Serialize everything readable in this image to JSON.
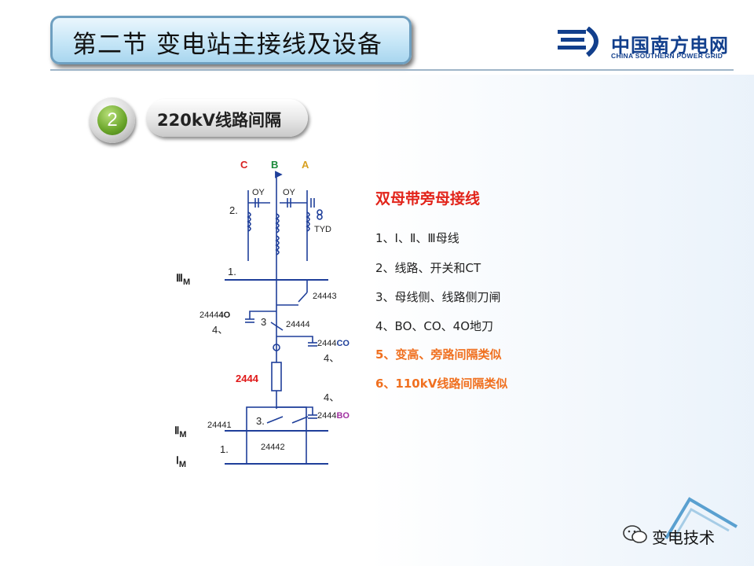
{
  "header": {
    "title": "第二节  变电站主接线及设备",
    "brand_cn": "中国南方电网",
    "brand_en": "CHINA SOUTHERN POWER GRID"
  },
  "section": {
    "number": "2",
    "title": "220kV线路间隔"
  },
  "legend_list": {
    "title": "双母带旁母接线",
    "items": [
      "1、Ⅰ、Ⅱ、Ⅲ母线",
      "2、线路、开关和CT",
      "3、母线侧、线路侧刀闸",
      "4、BO、CO、4O地刀",
      "5、变高、旁路间隔类似",
      "6、110kV线路间隔类似"
    ]
  },
  "diagram": {
    "phases": [
      "C",
      "B",
      "A"
    ],
    "phase_colors": [
      "#d82020",
      "#1a8a3a",
      "#d8a020"
    ],
    "labels": {
      "oy1": "OY",
      "oy2": "OY",
      "tyd": "TYD",
      "n2": "2.",
      "n1_top": "1.",
      "n1_bottom": "1.",
      "n3_top": "3",
      "n3_bottom": "3.",
      "n4_a": "4、",
      "n4_b": "4、",
      "n4_c": "4、",
      "bus3_roman": "Ⅲ",
      "bus2_roman": "Ⅱ",
      "bus1_roman": "Ⅰ",
      "bus_m": "M",
      "sw_24443": "24443",
      "sw_24444": "24444",
      "sw_24440_num": "2444",
      "sw_24440_suffix": "4O",
      "sw_2444co_num": "2444",
      "sw_2444co_suffix": "CO",
      "breaker": "2444",
      "sw_2444bo_num": "2444",
      "sw_2444bo_suffix": "BO",
      "sw_24441": "24441",
      "sw_24442": "24442"
    },
    "colors": {
      "line": "#1f3f9a",
      "breaker_label": "#e01818",
      "co_suffix": "#1f3f9a",
      "bo_suffix": "#a030a0"
    }
  },
  "watermark": {
    "text": "变电技术"
  }
}
